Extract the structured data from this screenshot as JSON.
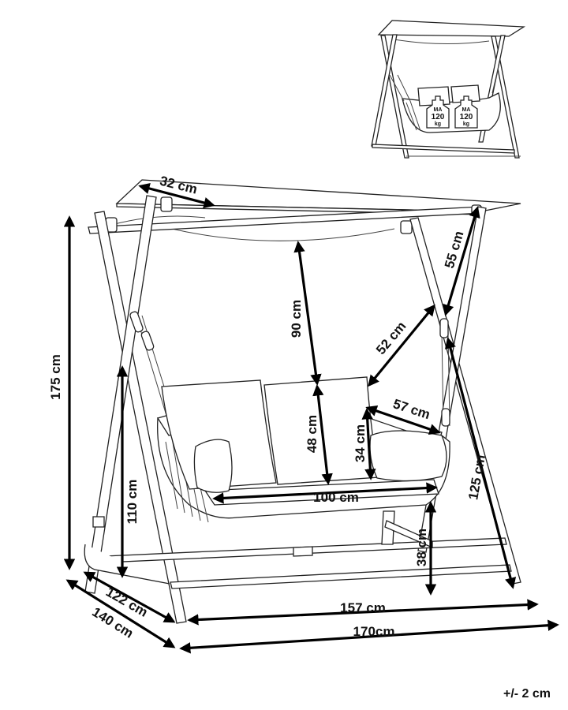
{
  "dimensions": {
    "canopy_depth": "32 cm",
    "total_height": "175 cm",
    "canopy_to_seat": "90 cm",
    "backrest_height": "48 cm",
    "chain_length": "52 cm",
    "armrest_to_canopy": "55 cm",
    "seat_depth": "57 cm",
    "armrest_height": "34 cm",
    "seat_width": "100 cm",
    "frame_side_height": "125 cm",
    "frame_leg_height": "110 cm",
    "seat_height": "38 cm",
    "inner_width": "157 cm",
    "total_width": "170cm",
    "inner_depth": "122 cm",
    "total_depth": "140 cm"
  },
  "weight_badges": [
    {
      "prefix": "MA",
      "value": "120",
      "unit": "kg"
    },
    {
      "prefix": "MA",
      "value": "120",
      "unit": "kg"
    }
  ],
  "tolerance": "+/- 2 cm"
}
